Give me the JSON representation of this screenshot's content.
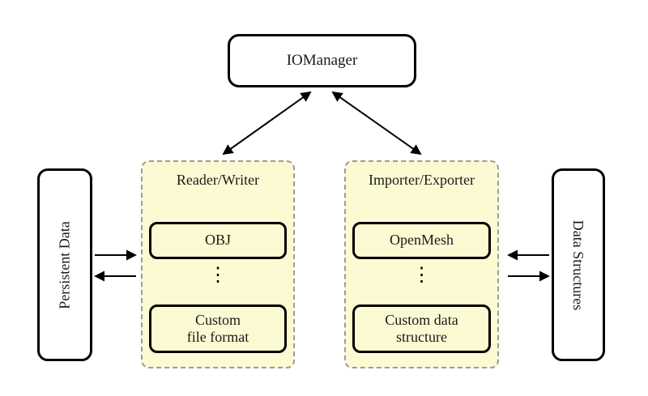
{
  "root_box": {
    "label": "IOManager"
  },
  "left_side_box": {
    "label": "Persistent Data"
  },
  "right_side_box": {
    "label": "Data Structures"
  },
  "panels": {
    "reader_writer": {
      "title": "Reader/Writer",
      "top_item": "OBJ",
      "ellipsis": "⋮",
      "bottom_item": "Custom\nfile format"
    },
    "importer_exporter": {
      "title": "Importer/Exporter",
      "top_item": "OpenMesh",
      "ellipsis": "⋮",
      "bottom_item": "Custom data\nstructure"
    }
  },
  "connections": [
    {
      "from": "IOManager",
      "to": "Reader/Writer",
      "type": "bidirectional"
    },
    {
      "from": "IOManager",
      "to": "Importer/Exporter",
      "type": "bidirectional"
    },
    {
      "from": "Persistent Data",
      "to": "Reader/Writer",
      "type": "one-way"
    },
    {
      "from": "Reader/Writer",
      "to": "Persistent Data",
      "type": "one-way"
    },
    {
      "from": "Data Structures",
      "to": "Importer/Exporter",
      "type": "one-way"
    },
    {
      "from": "Importer/Exporter",
      "to": "Data Structures",
      "type": "one-way"
    }
  ],
  "colors": {
    "panel_fill": "#FCFAD2",
    "panel_border": "#9B9B9B",
    "node_border": "#000000",
    "background": "#FFFFFF",
    "arrow": "#000000"
  }
}
